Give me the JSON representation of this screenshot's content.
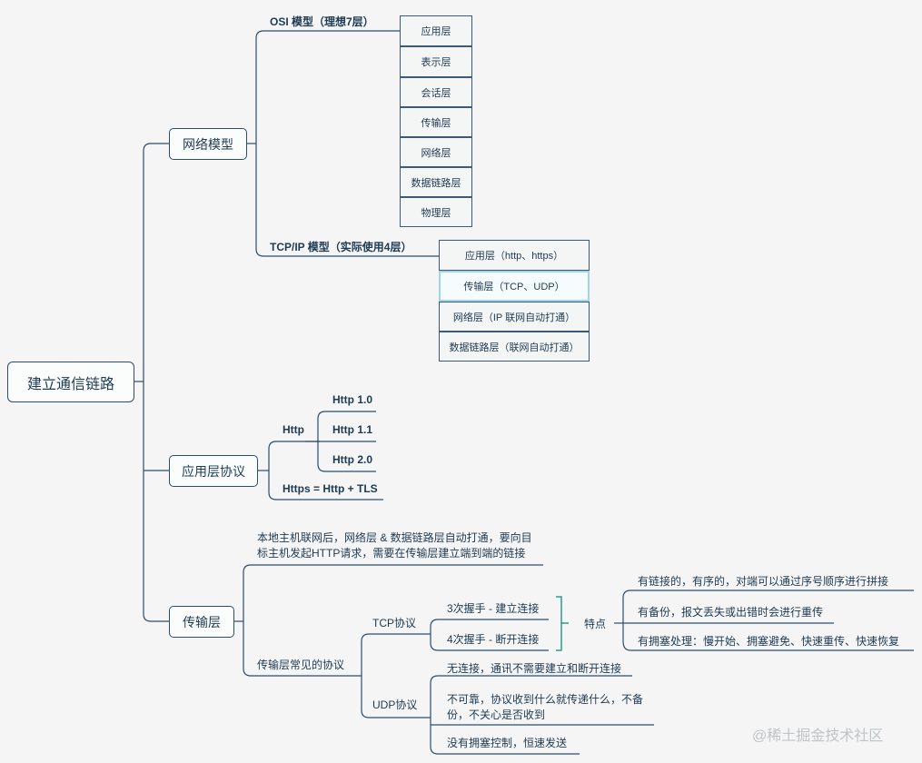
{
  "root": "建立通信链路",
  "branches": {
    "network": "网络模型",
    "app": "应用层协议",
    "transport": "传输层"
  },
  "osi": {
    "title": "OSI 模型（理想7层）",
    "layers": [
      "应用层",
      "表示层",
      "会话层",
      "传输层",
      "网络层",
      "数据链路层",
      "物理层"
    ]
  },
  "tcpip": {
    "title": "TCP/IP 模型（实际使用4层）",
    "layers": [
      "应用层（http、https）",
      "传输层（TCP、UDP）",
      "网络层（IP 联网自动打通）",
      "数据链路层（联网自动打通）"
    ]
  },
  "http": {
    "label": "Http",
    "versions": [
      "Http 1.0",
      "Http 1.1",
      "Http 2.0"
    ],
    "https": "Https = Http + TLS"
  },
  "transport": {
    "intro_line1": "本地主机联网后，网络层 & 数据链路层自动打通，要向目",
    "intro_line2": "标主机发起HTTP请求，需要在传输层建立端到端的链接",
    "common": "传输层常见的协议",
    "tcp": {
      "label": "TCP协议",
      "handshake3": "3次握手 - 建立连接",
      "handshake4": "4次握手 - 断开连接",
      "features_label": "特点",
      "features": [
        "有链接的，有序的，对端可以通过序号顺序进行拼接",
        "有备份，报文丢失或出错时会进行重传",
        "有拥塞处理：慢开始、拥塞避免、快速重传、快速恢复"
      ]
    },
    "udp": {
      "label": "UDP协议",
      "items": [
        "无连接，通讯不需要建立和断开连接",
        "不可靠，协议收到什么就传递什么，不备",
        "份，不关心是否收到",
        "没有拥塞控制，恒速发送"
      ]
    }
  },
  "watermark": "@稀土掘金技术社区"
}
